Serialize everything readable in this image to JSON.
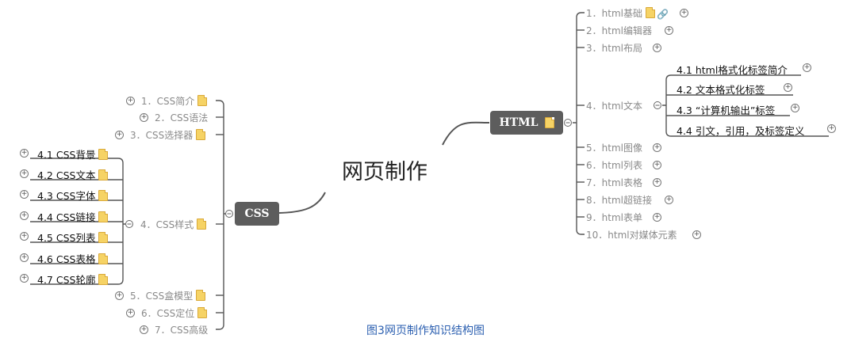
{
  "root": {
    "label": "网页制作"
  },
  "caption": "图3网页制作知识结构图",
  "html": {
    "label": "HTML",
    "items": [
      "1．html基础",
      "2．html编辑器",
      "3．html布局",
      "4．html文本",
      "5．html图像",
      "6．html列表",
      "7．html表格",
      "8．html超链接",
      "9．html表单",
      "10．html对媒体元素"
    ],
    "text_children": [
      "4.1 html格式化标签简介",
      "4.2 文本格式化标签",
      "4.3 “计算机输出”标签",
      "4.4 引文，引用，及标签定义"
    ]
  },
  "css": {
    "label": "CSS",
    "items": [
      "1．CSS简介",
      "2．CSS语法",
      "3．CSS选择器",
      "4．CSS样式",
      "5．CSS盒模型",
      "6．CSS定位",
      "7．CSS高级"
    ],
    "style_children": [
      "4.1 CSS背景",
      "4.2 CSS文本",
      "4.3 CSS字体",
      "4.4 CSS链接",
      "4.5 CSS列表",
      "4.6 CSS表格",
      "4.7 CSS轮廓"
    ]
  },
  "icons": {
    "note": "note-icon",
    "link": "link-icon",
    "expand": "expand-plus-icon",
    "collapse": "collapse-minus-icon"
  },
  "colors": {
    "hub": "#5d5d5d",
    "caption": "#2b5fb0",
    "line": "#555555"
  }
}
